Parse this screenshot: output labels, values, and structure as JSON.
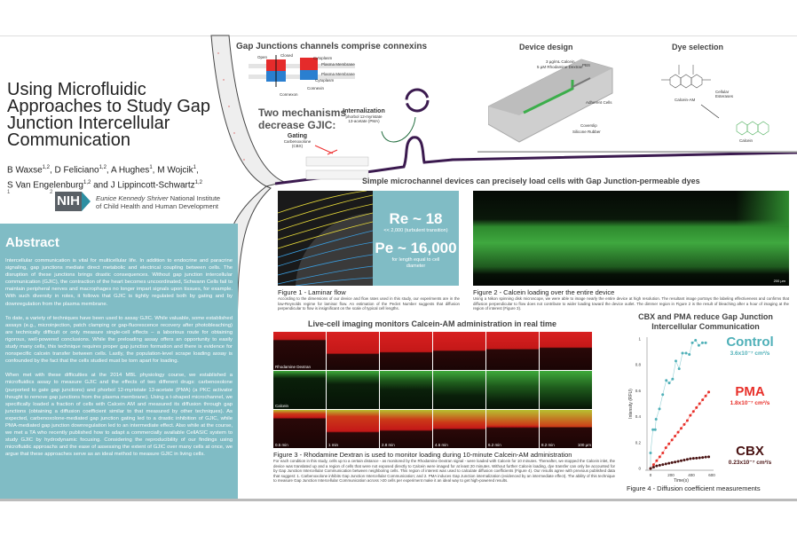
{
  "title": "Using Microfluidic Approaches to Study Gap Junction Intercellular Communication",
  "authors": {
    "line1": [
      {
        "name": "B Waxse",
        "aff": "1,2"
      },
      {
        "name": "D Feliciano",
        "aff": "1,2"
      },
      {
        "name": "A Hughes",
        "aff": "1"
      },
      {
        "name": "M Wojcik",
        "aff": "1"
      }
    ],
    "line2": [
      {
        "name": "S Van Engelenburg",
        "aff": "1,2"
      },
      {
        "name": "J Lippincott-Schwartz",
        "aff": "1,2"
      }
    ],
    "and": "and"
  },
  "affiliations": {
    "fn1": "1",
    "fn2": "2",
    "nih_logo": "NIH",
    "nih_italic": "Eunice Kennedy Shriver",
    "nih_line1_rest": " National Institute",
    "nih_line2": "of Child Health and Human Development"
  },
  "abstract": {
    "heading": "Abstract",
    "paragraphs": [
      "Intercellular communication is vital for multicellular life. In addition to endocrine and paracrine signaling, gap junctions mediate direct metabolic and electrical coupling between cells. The disruption of these junctions brings drastic consequences. Without gap junction intercellular communication (GJIC), the contraction of the heart becomes uncoordinated, Schwann Cells fail to maintain peripheral nerves and macrophages no longer impart signals upon tissues, for example. With such diversity in roles, it follows that GJIC is tightly regulated both by gating and by downregulation from the plasma membrane.",
      "To date, a variety of techniques have been used to assay GJIC. While valuable, some established assays (e.g., microinjection, patch clamping or gap-fluorescence recovery after photobleaching) are technically difficult or only measure single-cell effects – a laborious route for obtaining rigorous, well-powered conclusions. While the preloading assay offers an opportunity to easily study many cells, this technique requires proper gap junction formation and there is evidence for nonspecific calcein transfer between cells. Lastly, the population-level scrape loading assay is confounded by the fact that the cells studied must be torn apart for loading.",
      "When met with these difficulties at the 2014 MBL physiology course, we established a microfluidics assay to measure GJIC and the effects of two different drugs: carbenoxolone (purported to gate gap junctions) and phorbol 12-myristate 13-acetate (PMA) (a PKC activator thought to remove gap junctions from the plasma membrane). Using a t-shaped microchannel, we specifically loaded a fraction of cells with Calcein AM and measured its diffusion through gap junctions (obtaining a diffusion coefficient similar to that measured by other techniques). As expected, carbenoxolone-mediated gap junction gating led to a drastic inhibition of GJIC, while PMA-mediated gap junction downregulation led to an intermediate effect. Also while at the course, we met a TA who recently published how to adapt a commercially available CellASIC system to study GJIC by hydrodynamic focusing. Considering the reproducibility of our findings using microfluidic approachs and the ease of assessing the extent of GJIC over many cells at once, we argue that these approaches serve as an ideal method to measure GJIC in living cells."
    ]
  },
  "connexins": {
    "heading": "Gap Junctions channels comprise connexins",
    "labels": {
      "open": "Open",
      "closed": "Closed",
      "cytoplasm1": "Cytoplasm",
      "pm1": "Plasma Membrane",
      "pm2": "Plasma Membrane",
      "cytoplasm2": "Cytoplasm",
      "connexon": "Connexon",
      "connexin": "Connexin"
    }
  },
  "mechanisms": {
    "heading_line1": "Two mechanisms",
    "heading_line2": "decrease GJIC:",
    "gating": {
      "title": "Gating",
      "line1": "Carbenoxolone",
      "line2": "(CBX)"
    },
    "internalization": {
      "title": "Internalization",
      "line1": "phorbol 12-myristate",
      "line2": "13-acetate (PMA)"
    }
  },
  "device": {
    "heading": "Device design",
    "labels": {
      "calcein": "3 µg/mL Calcein",
      "rhod": "5 µM Rhodamine Dextran",
      "pbs": "PBS",
      "cells": "Adherent Cells",
      "coverslip": "Coverslip",
      "rubber": "Silicone Rubber"
    }
  },
  "dye": {
    "heading": "Dye selection",
    "calcein_am": "Calcein-AM",
    "esterases_line1": "Cellular",
    "esterases_line2": "Esterases",
    "calcein": "Calcein"
  },
  "section_loading": {
    "heading": "Simple microchannel devices can precisely load cells with Gap Junction-permeable dyes",
    "re": "Re ~ 18",
    "re_note": "<< 2,000 (turbulent transition)",
    "pe": "Pe ~ 16,000",
    "pe_note": "for length equal to cell diameter",
    "fig1_title": "Figure 1 - Laminar flow",
    "fig1_caption": "According to the dimensions of our device and flow rates used in this study, our experiments are in the low-Reynolds regime for laminar flow. An estimation of the Peclet Number suggests that diffusion perpendicular to flow is insignificant on the scale of typical cell lengths.",
    "fig2_title": "Figure 2 - Calcein loading over the entire device",
    "fig2_caption": "Using a Nikon spinning disk microscope, we were able to image nearly the entire device at high resolution. The resultant image portrays the labeling effectiveness and confirms that diffusion perpendicular to flow does not contribute to wider loading toward the device outlet. The dimmer region in Figure 2 is the result of bleaching after a hour of imaging at the region of interest (Figure 3).",
    "fig2_scale": "200 µm"
  },
  "section_live": {
    "heading": "Live-cell imaging monitors Calcein-AM administration in real time",
    "row_labels": [
      "Rhodamine Dextran",
      "Calcein"
    ],
    "times": [
      "0.5 min",
      "1 min",
      "2.8 min",
      "4.6 min",
      "6.2 min",
      "8.2 min"
    ],
    "scale": "100 µm",
    "fig3_title": "Figure 3 - Rhodamine Dextran is used to monitor loading during 10-minute Calcein-AM administration",
    "fig3_caption": "For each condition in this study, cells up to a certain distance - as monitored by the Rhodamine Dextran signal - were loaded with Calcein for 10 minutes. Thereafter, we stopped the Calcein inlet, the device was translated up and a region of cells that were not exposed directly to Calcein were imaged for at least 20 minutes. Without further Calcein loading, dye transfer can only be accounted for by Gap Junction Intercellular Communication between neighboring cells. This region of interest was used to calculate diffusion coefficients (Figure 4). Our results agree with previous published data that suggest: 1. Carbenoxolone inhibits Gap Junction Intercellular Communication; and 2. PMA induces Gap Junction internalization (evidenced by an intermediate effect). The ability of this technique to measure Gap Junction Intercellular Communication across >20 cells per experiment make it an ideal way to get high-powered results."
  },
  "section_results": {
    "heading_line1": "CBX and PMA reduce Gap Junction",
    "heading_line2": "Intercellular Communication",
    "fig4_title": "Figure 4 - Diffusion coefficient measurements"
  },
  "chart_data": {
    "type": "scatter",
    "title": "",
    "xlabel": "Time(s)",
    "ylabel": "Intensity (RFU)",
    "xlim": [
      0,
      600
    ],
    "ylim": [
      0,
      1
    ],
    "xticks": [
      "0",
      "200",
      "400",
      "600"
    ],
    "yticks": [
      "0",
      "0.2",
      "0.4",
      "0.6",
      "0.8",
      "1"
    ],
    "series": [
      {
        "name": "Control",
        "label": "3.6x10⁻⁷ cm²/s",
        "color": "#4fb0b8",
        "x": [
          0,
          0,
          23,
          46,
          54,
          87,
          119,
          154,
          183,
          216,
          248,
          280,
          313,
          348,
          380,
          409,
          441,
          473,
          508,
          540
        ],
        "y": [
          0,
          0.12,
          0.3,
          0.3,
          0.38,
          0.46,
          0.57,
          0.68,
          0.66,
          0.69,
          0.83,
          0.77,
          0.89,
          0.89,
          0.88,
          0.97,
          0.99,
          0.95,
          0.97,
          0.97
        ]
      },
      {
        "name": "PMA",
        "label": "1.8x10⁻⁷ cm²/s",
        "color": "#e8302a",
        "x": [
          0,
          30,
          60,
          90,
          120,
          150,
          180,
          210,
          240,
          270,
          300,
          330,
          360,
          390,
          420,
          450,
          480,
          510,
          540,
          570
        ],
        "y": [
          0,
          0.03,
          0.06,
          0.09,
          0.12,
          0.16,
          0.19,
          0.22,
          0.25,
          0.28,
          0.31,
          0.34,
          0.37,
          0.41,
          0.44,
          0.47,
          0.5,
          0.53,
          0.56,
          0.59
        ]
      },
      {
        "name": "CBX",
        "label": "0.23x10⁻⁷ cm²/s",
        "color": "#4a1414",
        "x": [
          0,
          30,
          60,
          90,
          120,
          150,
          180,
          210,
          240,
          270,
          300,
          330,
          360,
          390,
          420,
          450,
          480,
          510,
          540,
          570
        ],
        "y": [
          0,
          0.01,
          0.02,
          0.025,
          0.03,
          0.035,
          0.04,
          0.045,
          0.05,
          0.055,
          0.06,
          0.065,
          0.07,
          0.075,
          0.078,
          0.08,
          0.082,
          0.085,
          0.088,
          0.09
        ]
      }
    ]
  }
}
